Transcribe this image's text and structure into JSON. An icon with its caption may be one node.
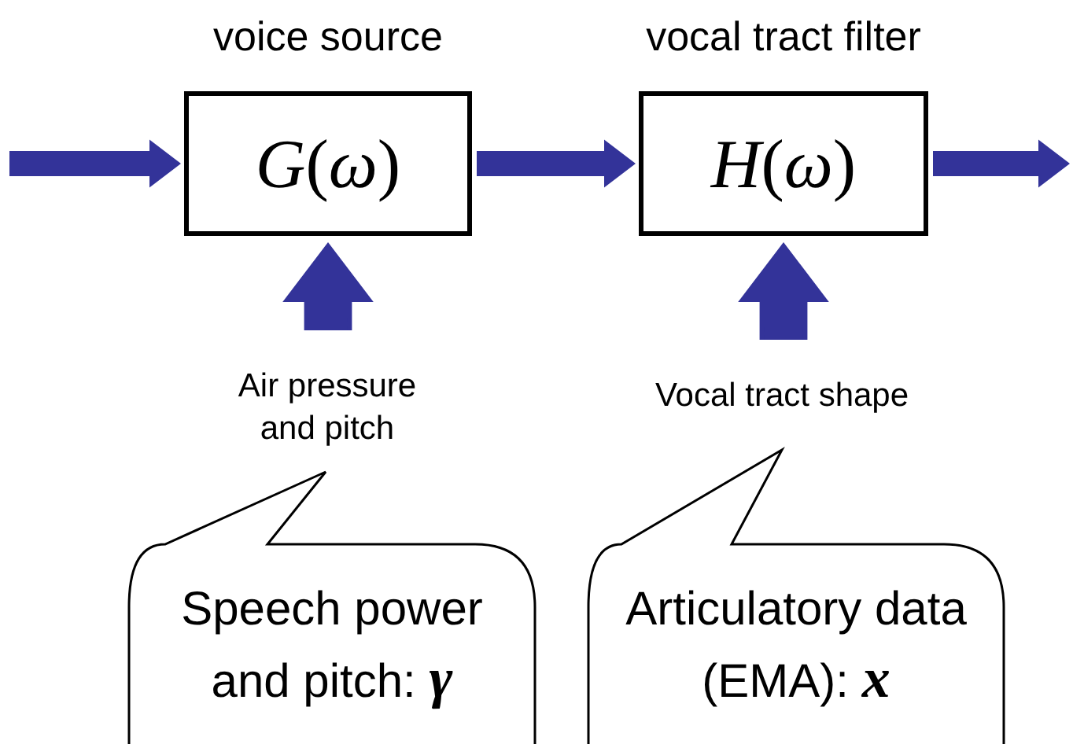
{
  "diagram": {
    "nodes": [
      {
        "text": [
          "voice source",
          "*G*(*ω*)"
        ]
      },
      {
        "text": [
          "vocal tract filter",
          "*H*(*ω*)"
        ]
      },
      {
        "text": [
          "Air pressure and pitch"
        ]
      },
      {
        "text": [
          "Vocal tract shape"
        ]
      },
      {
        "text": [
          "Speech power and pitch: **γ**"
        ]
      },
      {
        "text": [
          "Articulatory data (EMA): **x**"
        ]
      }
    ],
    "edges": [
      {
        "from": null,
        "to": 0,
        "arrow": "to",
        "style": "thick"
      },
      {
        "from": 0,
        "to": 1,
        "arrow": "to",
        "style": "thick"
      },
      {
        "from": 1,
        "to": null,
        "arrow": "to",
        "style": "thick"
      },
      {
        "from": 2,
        "to": 0,
        "arrow": "to",
        "style": "thick"
      },
      {
        "from": 3,
        "to": 1,
        "arrow": "to",
        "style": "thick"
      }
    ]
  }
}
